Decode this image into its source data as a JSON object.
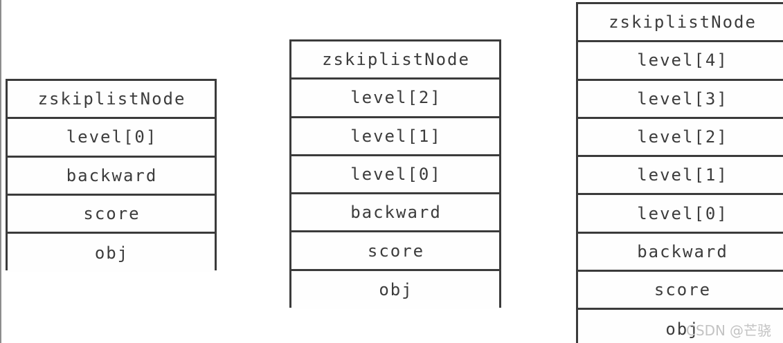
{
  "diagram": {
    "title": "zskiplistNode structures with varying level counts",
    "border_color": "#3b3b3b",
    "text_color": "#3c3c3c",
    "background_color": "#ffffff",
    "nodes": [
      {
        "id": "node-1",
        "rows": [
          "zskiplistNode",
          "level[0]",
          "backward",
          "score",
          "obj"
        ]
      },
      {
        "id": "node-2",
        "rows": [
          "zskiplistNode",
          "level[2]",
          "level[1]",
          "level[0]",
          "backward",
          "score",
          "obj"
        ]
      },
      {
        "id": "node-3",
        "rows": [
          "zskiplistNode",
          "level[4]",
          "level[3]",
          "level[2]",
          "level[1]",
          "level[0]",
          "backward",
          "score",
          "obj"
        ]
      }
    ]
  },
  "watermark": {
    "site": "CSDN",
    "handle": "@芒骁",
    "color": "#c3c3c3"
  }
}
